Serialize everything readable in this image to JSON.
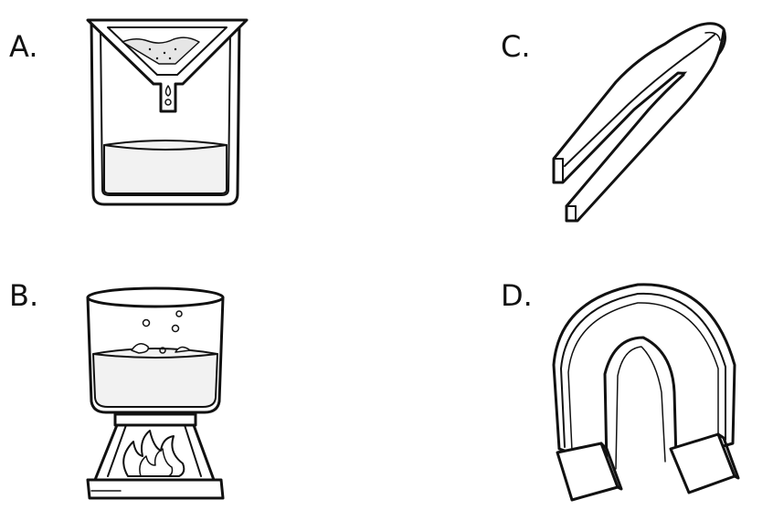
{
  "options": [
    {
      "label": "A.",
      "icon": "filtration-funnel-beaker-icon"
    },
    {
      "label": "B.",
      "icon": "boiling-beaker-burner-icon"
    },
    {
      "label": "C.",
      "icon": "tweezers-icon"
    },
    {
      "label": "D.",
      "icon": "horseshoe-magnet-icon"
    }
  ],
  "colors": {
    "line": "#111111",
    "background": "#ffffff"
  }
}
